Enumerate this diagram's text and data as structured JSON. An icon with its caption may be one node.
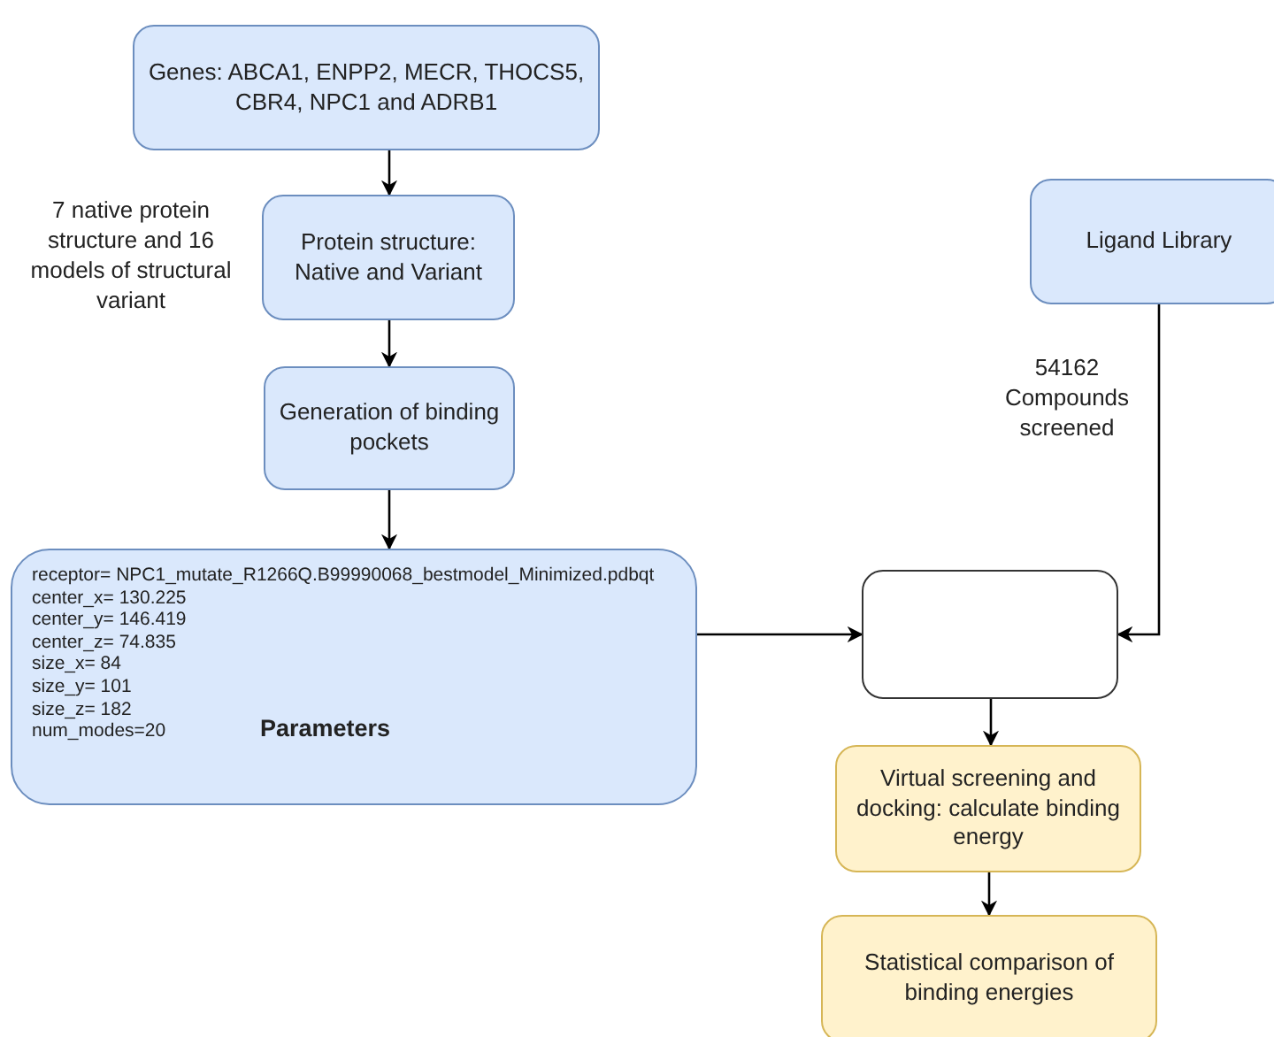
{
  "diagram": {
    "nodes": [
      {
        "text": [
          "Genes: ABCA1, ENPP2, MECR, THOCS5, CBR4, NPC1 and ADRB1"
        ]
      },
      {
        "text": [
          "Protein structure: Native and Variant"
        ],
        "beside": [
          "7 native protein structure and 16 models of structural variant"
        ]
      },
      {
        "text": [
          "Generation of binding pockets"
        ]
      },
      {
        "text": [
          "receptor= NPC1_mutate_R1266Q.B99990068_bestmodel_Minimized.pdbqt",
          "center_x= 130.225",
          "center_y= 146.419",
          "center_z= 74.835",
          "size_x= 84",
          "size_y= 101",
          "size_z= 182",
          "num_modes=20",
          "Parameters"
        ]
      },
      {
        "text": [],
        "shape": "box"
      },
      {
        "text": [
          "Ligand Library"
        ]
      },
      {
        "text": [
          "Virtual screening and docking: calculate binding energy"
        ]
      },
      {
        "text": [
          "Statistical comparison of binding energies"
        ]
      }
    ],
    "edges": [
      {
        "from": 0,
        "to": 1,
        "arrow": "to"
      },
      {
        "from": 1,
        "to": 2,
        "arrow": "to"
      },
      {
        "from": 2,
        "to": 3,
        "arrow": "to"
      },
      {
        "from": 3,
        "to": 4,
        "arrow": "to"
      },
      {
        "from": 5,
        "to": 4,
        "arrow": "to",
        "label": "54162 Compounds screened"
      },
      {
        "from": 4,
        "to": 6,
        "arrow": "to"
      },
      {
        "from": 6,
        "to": 7,
        "arrow": "to"
      }
    ]
  }
}
